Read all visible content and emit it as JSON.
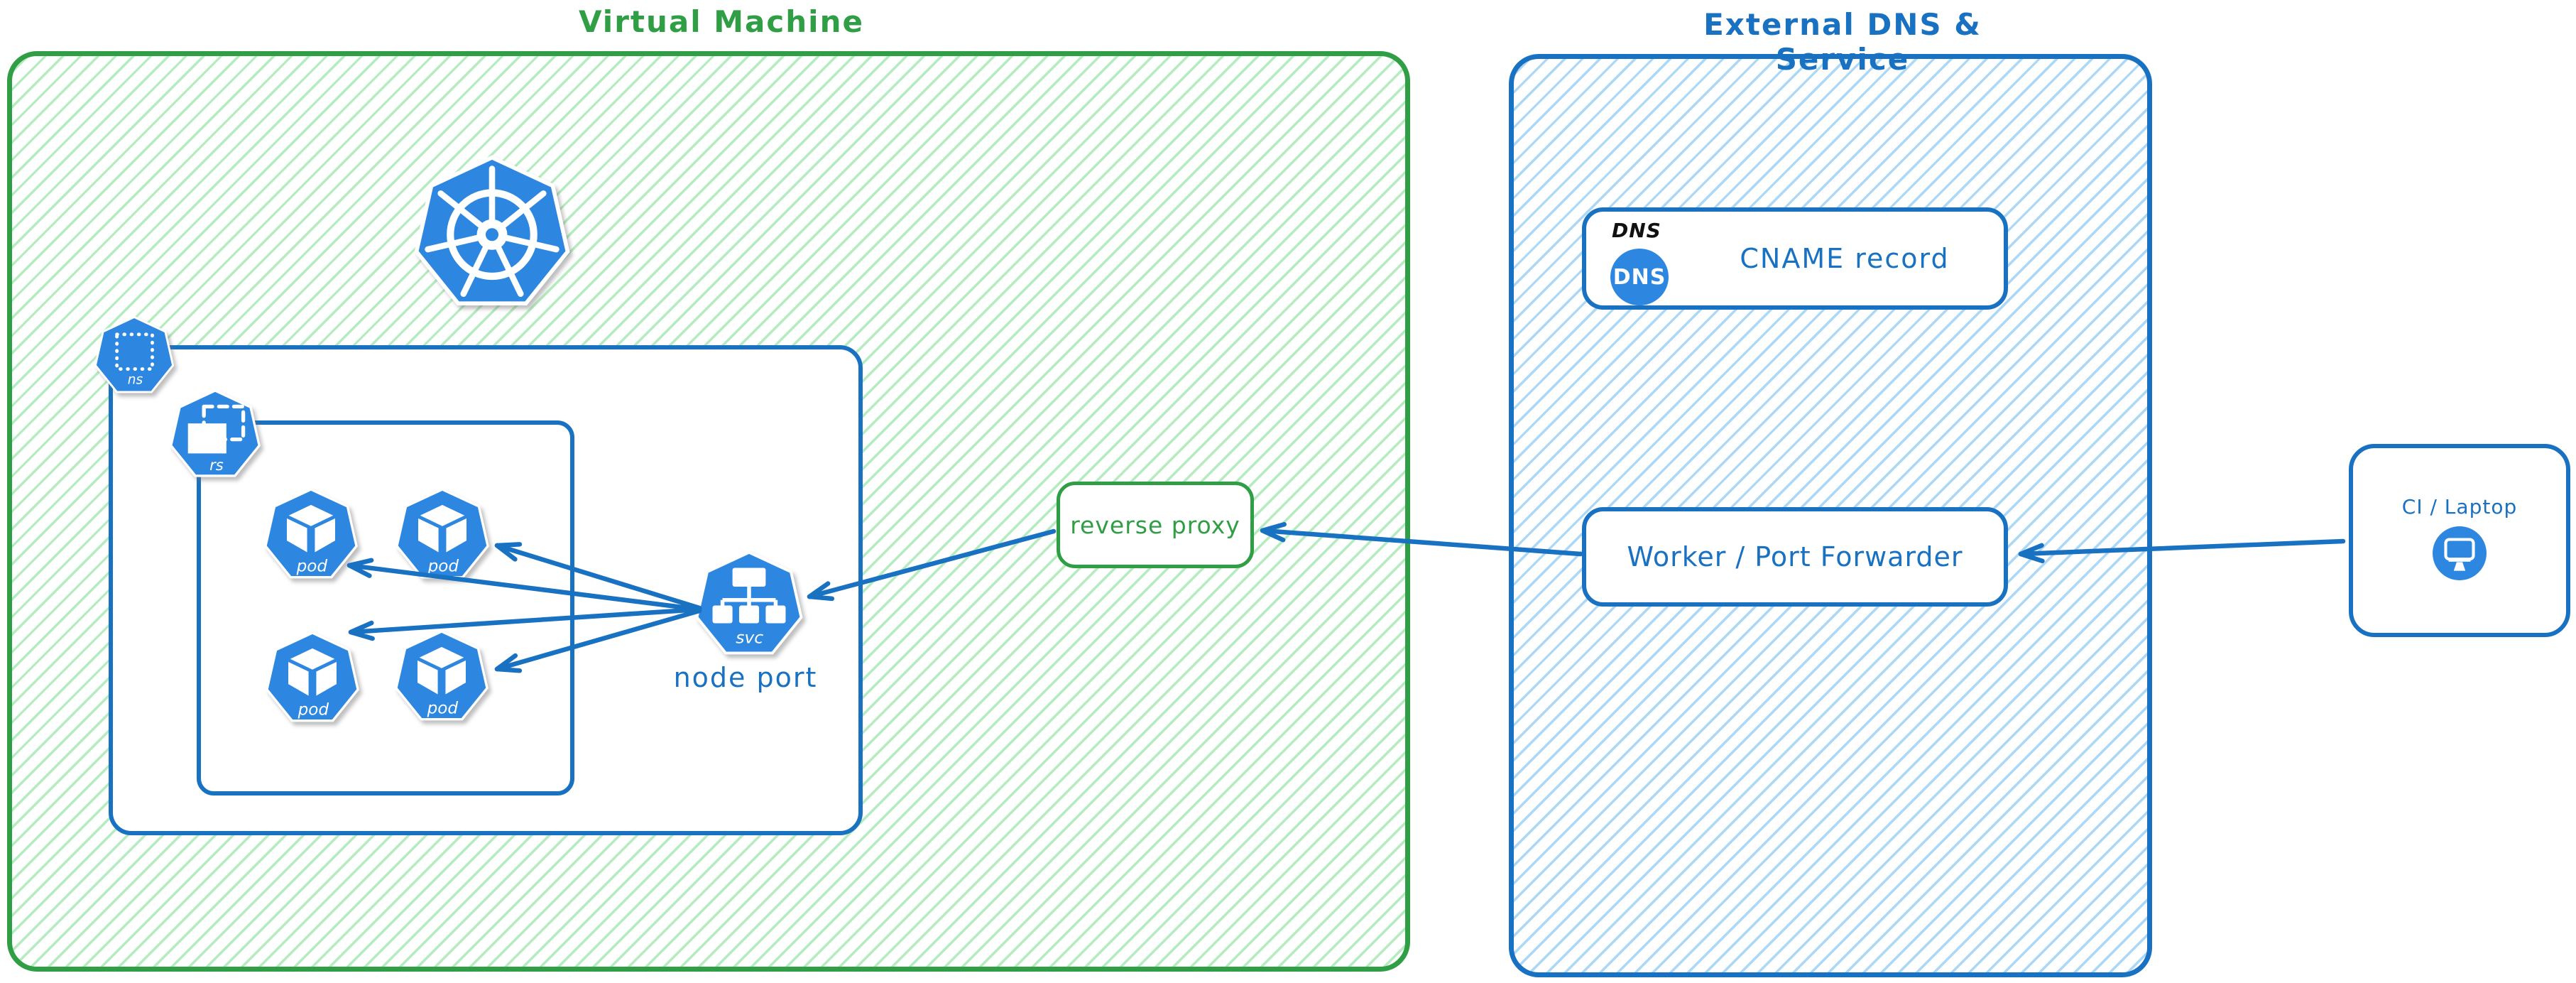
{
  "colors": {
    "green": "#2f9e44",
    "green_hatch": "#b4ecbf",
    "blue": "#1971c2",
    "blue_hatch": "#abd8f7",
    "icon_blue": "#2d87e0",
    "dns_label_black": "#111111"
  },
  "regions": {
    "vm": {
      "title": "Virtual Machine"
    },
    "external": {
      "title": "External DNS & Service"
    }
  },
  "nodes": {
    "kubernetes_logo": {
      "name": "kubernetes"
    },
    "namespace": {
      "label": "ns"
    },
    "replicaset": {
      "label": "rs"
    },
    "pod": {
      "label": "pod"
    },
    "service": {
      "label": "svc",
      "caption": "node port"
    },
    "reverse_proxy": {
      "label": "reverse proxy"
    },
    "dns_card": {
      "corner_label": "DNS",
      "badge": "DNS",
      "label": "CNAME record"
    },
    "worker": {
      "label": "Worker / Port Forwarder"
    },
    "ci": {
      "label": "CI / Laptop"
    }
  },
  "edges": [
    {
      "from": "ci",
      "to": "worker"
    },
    {
      "from": "worker",
      "to": "reverse_proxy"
    },
    {
      "from": "reverse_proxy",
      "to": "service"
    },
    {
      "from": "service",
      "to": "pod-1"
    },
    {
      "from": "service",
      "to": "pod-2"
    },
    {
      "from": "service",
      "to": "pod-3"
    },
    {
      "from": "service",
      "to": "pod-4"
    }
  ]
}
